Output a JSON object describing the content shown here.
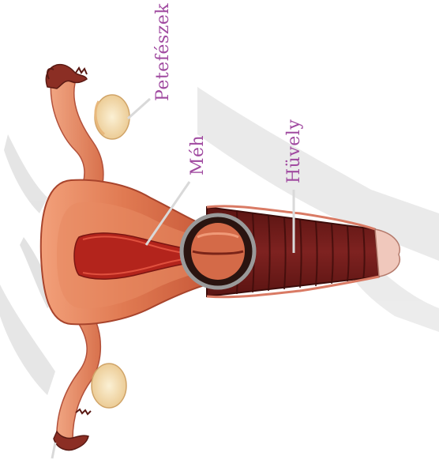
{
  "labels": {
    "ovary": "Petefészek",
    "uterus": "Méh",
    "vagina": "Hüvely"
  },
  "colors": {
    "label_text": "#a04aa0",
    "leader_line": "#d9d9d9",
    "tissue_light": "#e8855e",
    "tissue_mid": "#d56a45",
    "tissue_dark": "#8a2a1e",
    "cavity": "#b3241c",
    "vagina_wall": "#6e1a18",
    "ovary": "#f4dcae",
    "shadow": "#c8c8c8"
  }
}
